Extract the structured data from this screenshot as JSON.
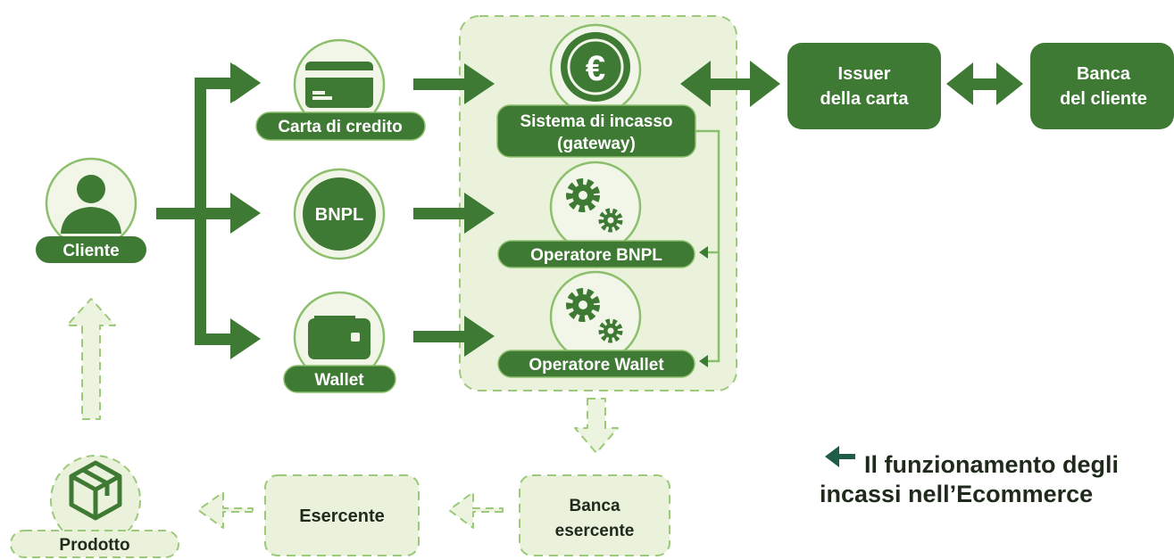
{
  "colors": {
    "dark_green": "#3f7a34",
    "circle_fill": "#f1f6e8",
    "circle_stroke": "#8cbf6b",
    "light_green": "#eaf2dc",
    "dashed_stroke": "#9cc97a",
    "light_arrow": "#ecf3de",
    "caption_arrow": "#1f5c4a",
    "caption_text": "#1f2a1c"
  },
  "nodes": {
    "cliente": {
      "label": "Cliente",
      "icon": "person-icon"
    },
    "carta": {
      "label": "Carta di credito",
      "icon": "credit-card-icon"
    },
    "bnpl": {
      "label": "BNPL"
    },
    "wallet": {
      "label": "Wallet",
      "icon": "wallet-icon"
    },
    "gateway": {
      "label_line1": "Sistema di incasso",
      "label_line2": "(gateway)",
      "icon": "euro-icon"
    },
    "operatore_bnpl": {
      "label": "Operatore BNPL",
      "icon": "gears-icon"
    },
    "operatore_wallet": {
      "label": "Operatore Wallet",
      "icon": "gears-icon"
    },
    "issuer": {
      "label_line1": "Issuer",
      "label_line2": "della carta"
    },
    "banca_cliente": {
      "label_line1": "Banca",
      "label_line2": "del cliente"
    },
    "banca_esercente": {
      "label_line1": "Banca",
      "label_line2": "esercente"
    },
    "esercente": {
      "label": "Esercente"
    },
    "prodotto": {
      "label": "Prodotto",
      "icon": "package-icon"
    }
  },
  "caption": {
    "icon": "arrow-left-icon",
    "line1": "Il funzionamento degli",
    "line2": "incassi nell’Ecommerce"
  }
}
